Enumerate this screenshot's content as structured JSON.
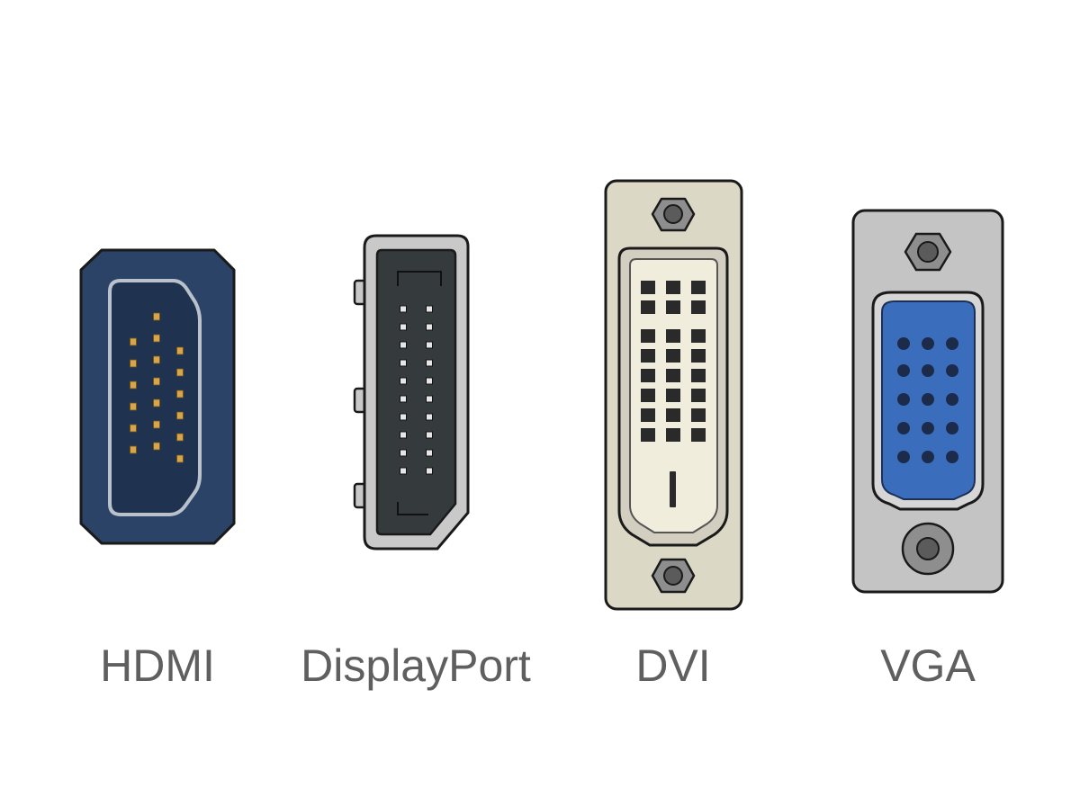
{
  "connectors": [
    {
      "id": "hdmi",
      "label": "HDMI",
      "pins": 19
    },
    {
      "id": "displayport",
      "label": "DisplayPort",
      "pins": 20
    },
    {
      "id": "dvi",
      "label": "DVI",
      "pins": 24
    },
    {
      "id": "vga",
      "label": "VGA",
      "pins": 15
    }
  ],
  "colors": {
    "outline": "#1a1a1a",
    "label": "#5f5f5f",
    "hdmi_body": "#2b4366",
    "hdmi_inner": "#1f3350",
    "hdmi_pin": "#d7a64a",
    "dp_frame": "#c9c9c9",
    "dp_body": "#353a3c",
    "dp_pin": "#e6e6e6",
    "dvi_plate": "#dcd8c6",
    "dvi_face": "#f0eddc",
    "dvi_pin": "#2a2a2a",
    "vga_plate": "#c4c4c4",
    "vga_face": "#3b6dbd",
    "vga_pin": "#1b2b49",
    "screw": "#8e8e8e",
    "screw_core": "#5b5b5b"
  }
}
